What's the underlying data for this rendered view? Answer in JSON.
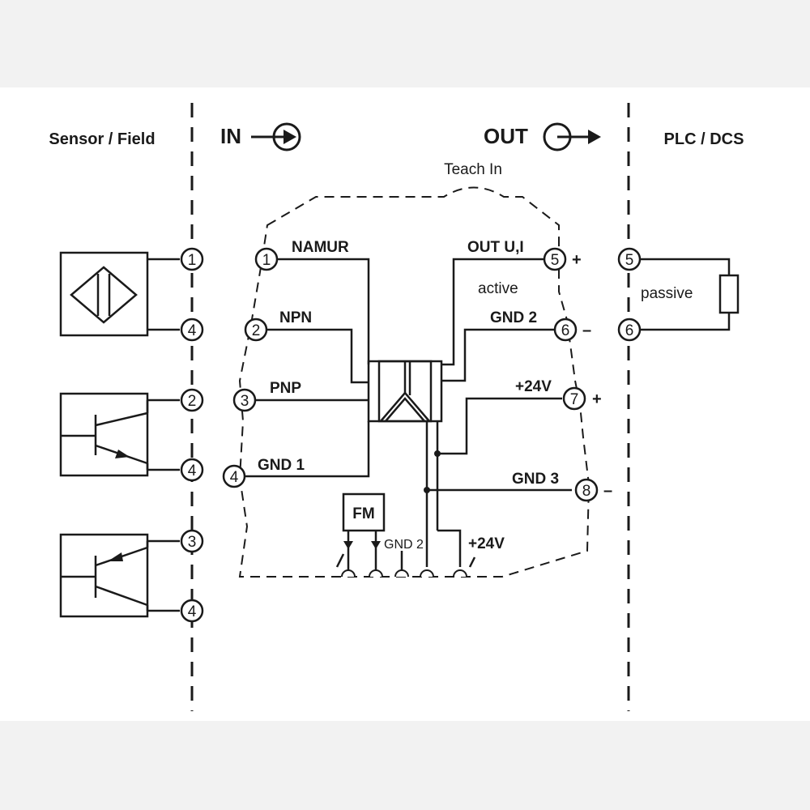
{
  "headers": {
    "sensor_field": "Sensor / Field",
    "in": "IN",
    "out": "OUT",
    "plc_dcs": "PLC / DCS"
  },
  "module": {
    "teach_in": "Teach In",
    "active": "active",
    "inputs": [
      {
        "terminal": "1",
        "label": "NAMUR"
      },
      {
        "terminal": "2",
        "label": "NPN"
      },
      {
        "terminal": "3",
        "label": "PNP"
      },
      {
        "terminal": "4",
        "label": "GND 1"
      }
    ],
    "outputs": [
      {
        "terminal": "5",
        "label": "OUT U,I",
        "sign": "+"
      },
      {
        "terminal": "6",
        "label": "GND 2",
        "sign": "–"
      },
      {
        "terminal": "7",
        "label": "+24V",
        "sign": "+"
      },
      {
        "terminal": "8",
        "label": "GND 3",
        "sign": "–"
      }
    ],
    "fm": "FM",
    "bus_gnd2": "GND 2",
    "bus_24v": "+24V"
  },
  "sensors": [
    {
      "type": "namur",
      "terminals": [
        "1",
        "4"
      ]
    },
    {
      "type": "npn",
      "terminals": [
        "2",
        "4"
      ]
    },
    {
      "type": "pnp",
      "terminals": [
        "3",
        "4"
      ]
    }
  ],
  "plc": {
    "terminals": [
      "5",
      "6"
    ],
    "passive": "passive"
  }
}
